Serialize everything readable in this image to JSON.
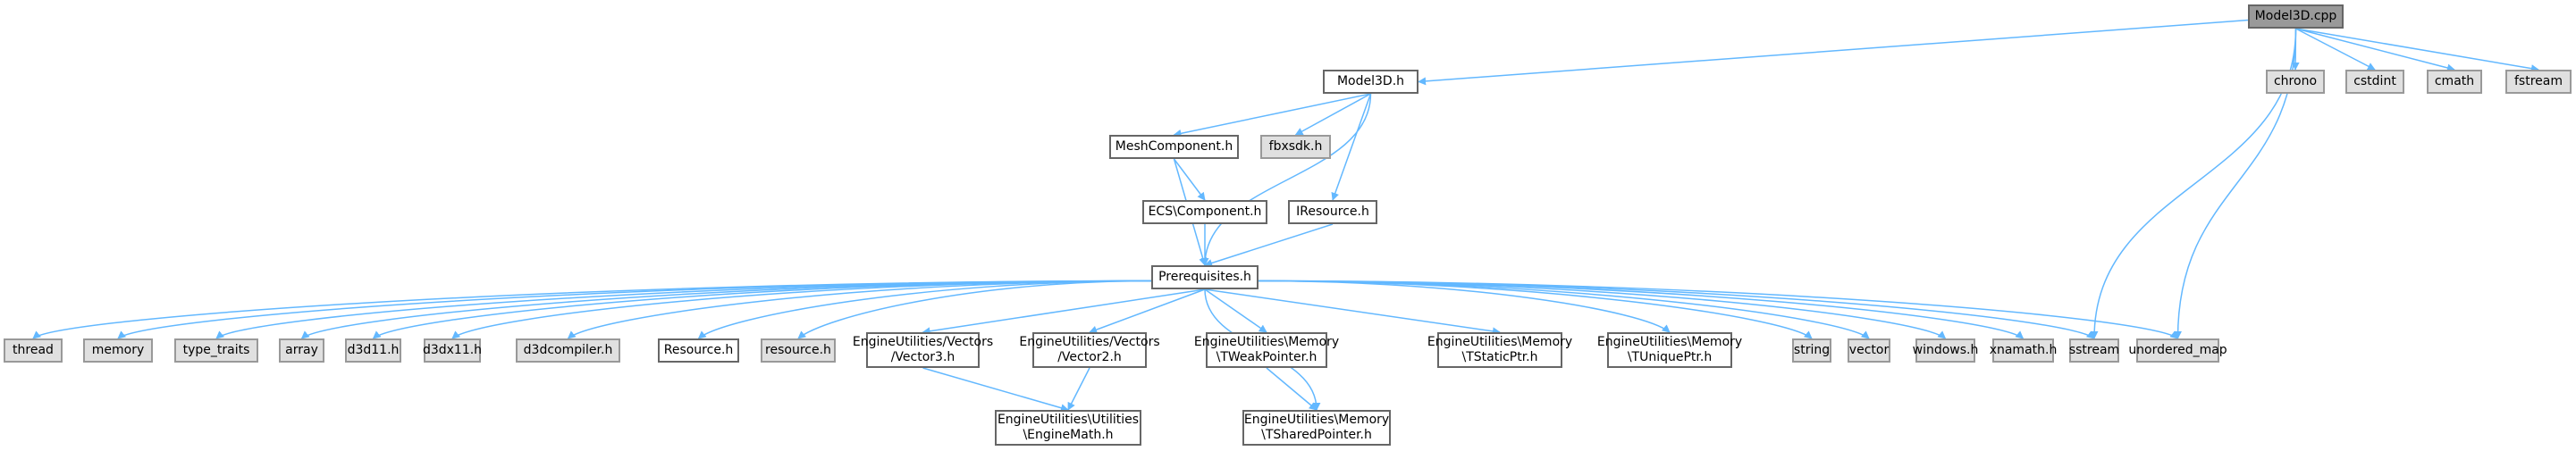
{
  "diagram": {
    "title": "Model3D.cpp include dependency graph",
    "colors": {
      "edge": "#63b8ff",
      "root_fill": "#999999",
      "external_fill": "#e0e0e0",
      "internal_fill": "#ffffff",
      "border": "#666666"
    },
    "nodes": {
      "model3d_cpp": {
        "label": "Model3D.cpp",
        "kind": "root"
      },
      "model3d_h": {
        "label": "Model3D.h",
        "kind": "internal"
      },
      "chrono": {
        "label": "chrono",
        "kind": "external"
      },
      "cstdint": {
        "label": "cstdint",
        "kind": "external"
      },
      "cmath": {
        "label": "cmath",
        "kind": "external"
      },
      "fstream": {
        "label": "fstream",
        "kind": "external"
      },
      "meshcomponent_h": {
        "label": "MeshComponent.h",
        "kind": "internal"
      },
      "fbxsdk_h": {
        "label": "fbxsdk.h",
        "kind": "external"
      },
      "ecs_component_h": {
        "label": "ECS\\Component.h",
        "kind": "internal"
      },
      "iresource_h": {
        "label": "IResource.h",
        "kind": "internal"
      },
      "prerequisites_h": {
        "label": "Prerequisites.h",
        "kind": "internal"
      },
      "thread": {
        "label": "thread",
        "kind": "external"
      },
      "memory": {
        "label": "memory",
        "kind": "external"
      },
      "type_traits": {
        "label": "type_traits",
        "kind": "external"
      },
      "array": {
        "label": "array",
        "kind": "external"
      },
      "d3d11_h": {
        "label": "d3d11.h",
        "kind": "external"
      },
      "d3dx11_h": {
        "label": "d3dx11.h",
        "kind": "external"
      },
      "d3dcompiler_h": {
        "label": "d3dcompiler.h",
        "kind": "external"
      },
      "resource_h_upper": {
        "label": "Resource.h",
        "kind": "internal"
      },
      "resource_h_lower": {
        "label": "resource.h",
        "kind": "external"
      },
      "vector3_h": {
        "label": "EngineUtilities/Vectors\n/Vector3.h",
        "kind": "internal"
      },
      "vector2_h": {
        "label": "EngineUtilities/Vectors\n/Vector2.h",
        "kind": "internal"
      },
      "tweakpointer_h": {
        "label": "EngineUtilities\\Memory\n\\TWeakPointer.h",
        "kind": "internal"
      },
      "tstaticptr_h": {
        "label": "EngineUtilities\\Memory\n\\TStaticPtr.h",
        "kind": "internal"
      },
      "tuniqueptr_h": {
        "label": "EngineUtilities\\Memory\n\\TUniquePtr.h",
        "kind": "internal"
      },
      "string": {
        "label": "string",
        "kind": "external"
      },
      "vector": {
        "label": "vector",
        "kind": "external"
      },
      "windows_h": {
        "label": "windows.h",
        "kind": "external"
      },
      "xnamath_h": {
        "label": "xnamath.h",
        "kind": "external"
      },
      "sstream": {
        "label": "sstream",
        "kind": "external"
      },
      "unordered_map": {
        "label": "unordered_map",
        "kind": "external"
      },
      "enginemath_h": {
        "label": "EngineUtilities\\Utilities\n\\EngineMath.h",
        "kind": "internal"
      },
      "tsharedpointer_h": {
        "label": "EngineUtilities\\Memory\n\\TSharedPointer.h",
        "kind": "internal"
      }
    },
    "edges": [
      [
        "model3d_cpp",
        "model3d_h"
      ],
      [
        "model3d_cpp",
        "sstream"
      ],
      [
        "model3d_cpp",
        "unordered_map"
      ],
      [
        "model3d_cpp",
        "chrono"
      ],
      [
        "model3d_cpp",
        "cstdint"
      ],
      [
        "model3d_cpp",
        "cmath"
      ],
      [
        "model3d_cpp",
        "fstream"
      ],
      [
        "model3d_h",
        "meshcomponent_h"
      ],
      [
        "model3d_h",
        "fbxsdk_h"
      ],
      [
        "model3d_h",
        "iresource_h"
      ],
      [
        "model3d_h",
        "prerequisites_h"
      ],
      [
        "meshcomponent_h",
        "prerequisites_h"
      ],
      [
        "meshcomponent_h",
        "ecs_component_h"
      ],
      [
        "ecs_component_h",
        "prerequisites_h"
      ],
      [
        "iresource_h",
        "prerequisites_h"
      ],
      [
        "prerequisites_h",
        "thread"
      ],
      [
        "prerequisites_h",
        "memory"
      ],
      [
        "prerequisites_h",
        "type_traits"
      ],
      [
        "prerequisites_h",
        "array"
      ],
      [
        "prerequisites_h",
        "d3d11_h"
      ],
      [
        "prerequisites_h",
        "d3dx11_h"
      ],
      [
        "prerequisites_h",
        "d3dcompiler_h"
      ],
      [
        "prerequisites_h",
        "resource_h_upper"
      ],
      [
        "prerequisites_h",
        "resource_h_lower"
      ],
      [
        "prerequisites_h",
        "vector3_h"
      ],
      [
        "prerequisites_h",
        "vector2_h"
      ],
      [
        "prerequisites_h",
        "tweakpointer_h"
      ],
      [
        "prerequisites_h",
        "tsharedpointer_h"
      ],
      [
        "prerequisites_h",
        "tstaticptr_h"
      ],
      [
        "prerequisites_h",
        "tuniqueptr_h"
      ],
      [
        "prerequisites_h",
        "string"
      ],
      [
        "prerequisites_h",
        "vector"
      ],
      [
        "prerequisites_h",
        "windows_h"
      ],
      [
        "prerequisites_h",
        "xnamath_h"
      ],
      [
        "prerequisites_h",
        "sstream"
      ],
      [
        "prerequisites_h",
        "unordered_map"
      ],
      [
        "vector3_h",
        "enginemath_h"
      ],
      [
        "vector2_h",
        "enginemath_h"
      ],
      [
        "tweakpointer_h",
        "tsharedpointer_h"
      ]
    ]
  }
}
